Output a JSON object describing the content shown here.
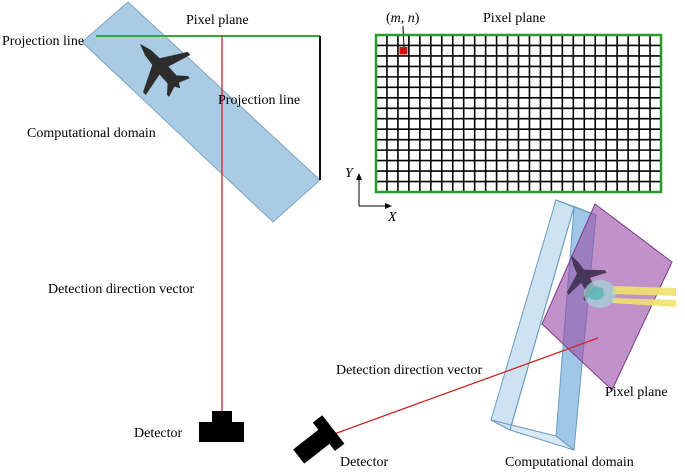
{
  "left_panel": {
    "pixel_plane_label": "Pixel plane",
    "projection_line_left_label": "Projection line",
    "projection_line_right_label": "Projection line",
    "computational_domain_label": "Computational domain",
    "detection_direction_label": "Detection direction vector",
    "detector_label": "Detector"
  },
  "grid_panel": {
    "pixel_plane_label": "Pixel plane",
    "mn_label_open": "(",
    "mn_label_m": "m",
    "mn_label_sep": ", ",
    "mn_label_n": "n",
    "mn_label_close": ")",
    "axis_y_label": "Y",
    "axis_x_label": "X"
  },
  "right_panel": {
    "detection_direction_label": "Detection direction vector",
    "pixel_plane_label": "Pixel plane",
    "detector_label": "Detector",
    "computational_domain_label": "Computational domain"
  },
  "colors": {
    "domain_fill": "#a9cbe4",
    "domain_stroke": "#7ea6c4",
    "grid_border": "#2a9a2a",
    "projection_line_green": "#3aa53a",
    "detection_red": "#c62828",
    "pixel_highlight": "#d01010",
    "pixel_plane_purple": "#9a4fa8",
    "plume_yellow": "#f0e36a"
  }
}
